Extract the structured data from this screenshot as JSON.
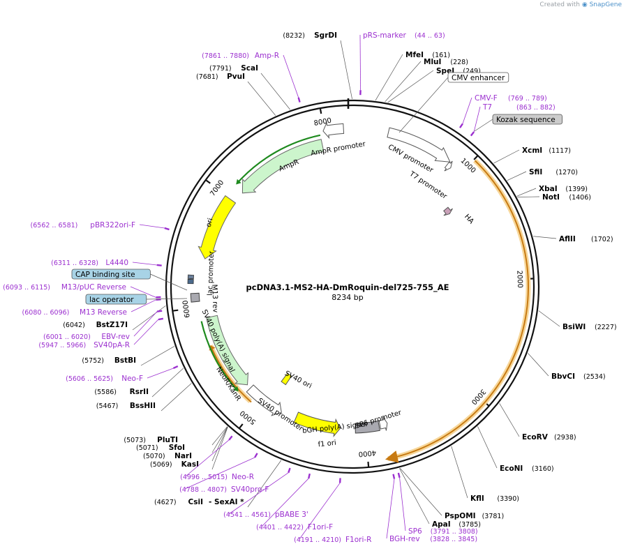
{
  "credit": {
    "prefix": "Created with",
    "brand": "SnapGene"
  },
  "map": {
    "name": "pcDNA3.1-MS2-HA-DmRoquin-del725-755_AE",
    "length_label": "8234 bp",
    "length": 8234
  },
  "ticks": [
    {
      "pos": 1000,
      "label": "1000"
    },
    {
      "pos": 2000,
      "label": "2000"
    },
    {
      "pos": 3000,
      "label": "3000"
    },
    {
      "pos": 4000,
      "label": "4000"
    },
    {
      "pos": 5000,
      "label": "5000"
    },
    {
      "pos": 6000,
      "label": "6000"
    },
    {
      "pos": 7000,
      "label": "7000"
    },
    {
      "pos": 8000,
      "label": "8000"
    }
  ],
  "enzymes": [
    {
      "name": "SgrDI",
      "pos": 8232,
      "coord": "(8232)"
    },
    {
      "name": "MfeI",
      "pos": 161,
      "coord": "(161)"
    },
    {
      "name": "MluI",
      "pos": 228,
      "coord": "(228)"
    },
    {
      "name": "SpeI",
      "pos": 249,
      "coord": "(249)"
    },
    {
      "name": "XcmI",
      "pos": 1117,
      "coord": "(1117)"
    },
    {
      "name": "SfiI",
      "pos": 1270,
      "coord": "(1270)"
    },
    {
      "name": "XbaI",
      "pos": 1399,
      "coord": "(1399)"
    },
    {
      "name": "NotI",
      "pos": 1406,
      "coord": "(1406)"
    },
    {
      "name": "AflII",
      "pos": 1702,
      "coord": "(1702)"
    },
    {
      "name": "BsiWI",
      "pos": 2227,
      "coord": "(2227)"
    },
    {
      "name": "BbvCI",
      "pos": 2534,
      "coord": "(2534)"
    },
    {
      "name": "EcoRV",
      "pos": 2938,
      "coord": "(2938)"
    },
    {
      "name": "EcoNI",
      "pos": 3160,
      "coord": "(3160)"
    },
    {
      "name": "KflI",
      "pos": 3390,
      "coord": "(3390)"
    },
    {
      "name": "PspOMI",
      "pos": 3781,
      "coord": "(3781)"
    },
    {
      "name": "ApaI",
      "pos": 3785,
      "coord": "(3785)"
    },
    {
      "name": "CsiI",
      "pos": 4627,
      "coord": "(4627)",
      "extra": "-  SexAI *"
    },
    {
      "name": "KasI",
      "pos": 5069,
      "coord": "(5069)"
    },
    {
      "name": "NarI",
      "pos": 5070,
      "coord": "(5070)"
    },
    {
      "name": "SfoI",
      "pos": 5071,
      "coord": "(5071)"
    },
    {
      "name": "PluTI",
      "pos": 5073,
      "coord": "(5073)"
    },
    {
      "name": "BssHII",
      "pos": 5467,
      "coord": "(5467)"
    },
    {
      "name": "RsrII",
      "pos": 5586,
      "coord": "(5586)"
    },
    {
      "name": "BstBI",
      "pos": 5752,
      "coord": "(5752)"
    },
    {
      "name": "BstZ17I",
      "pos": 6042,
      "coord": "(6042)"
    },
    {
      "name": "PvuI",
      "pos": 7681,
      "coord": "(7681)"
    },
    {
      "name": "ScaI",
      "pos": 7791,
      "coord": "(7791)"
    }
  ],
  "primers": [
    {
      "name": "pRS-marker",
      "range": "(44 .. 63)",
      "mid": 54
    },
    {
      "name": "CMV-F",
      "range": "(769 .. 789)",
      "mid": 779
    },
    {
      "name": "T7",
      "range": "(863 .. 882)",
      "mid": 872
    },
    {
      "name": "SP6",
      "range": "(3791 .. 3808)",
      "mid": 3800
    },
    {
      "name": "BGH-rev",
      "range": "(3828 .. 3845)",
      "mid": 3836
    },
    {
      "name": "F1ori-R",
      "range": "(4191 .. 4210)",
      "mid": 4200
    },
    {
      "name": "F1ori-F",
      "range": "(4401 .. 4422)",
      "mid": 4411
    },
    {
      "name": "pBABE 3'",
      "range": "(4541 .. 4561)",
      "mid": 4551
    },
    {
      "name": "SV40pro-F",
      "range": "(4788 .. 4807)",
      "mid": 4797
    },
    {
      "name": "Neo-R",
      "range": "(4996 .. 5015)",
      "mid": 5005
    },
    {
      "name": "Neo-F",
      "range": "(5606 .. 5625)",
      "mid": 5615
    },
    {
      "name": "SV40pA-R",
      "range": "(5947 .. 5966)",
      "mid": 5956
    },
    {
      "name": "EBV-rev",
      "range": "(6001 .. 6020)",
      "mid": 6010
    },
    {
      "name": "M13 Reverse",
      "range": "(6080 .. 6096)",
      "mid": 6088
    },
    {
      "name": "M13/pUC Reverse",
      "range": "(6093 .. 6115)",
      "mid": 6104
    },
    {
      "name": "L4440",
      "range": "(6311 .. 6328)",
      "mid": 6320
    },
    {
      "name": "pBR322ori-F",
      "range": "(6562 .. 6581)",
      "mid": 6572
    },
    {
      "name": "Amp-R",
      "range": "(7861 .. 7880)",
      "mid": 7870
    }
  ],
  "boxed": [
    {
      "name": "CMV enhancer",
      "style": "white"
    },
    {
      "name": "Kozak sequence",
      "style": "gray"
    },
    {
      "name": "CAP binding site",
      "style": "blue"
    },
    {
      "name": "lac operator",
      "style": "blue"
    }
  ],
  "features": {
    "cmv_promoter": "CMV promoter",
    "t7_promoter": "T7 promoter",
    "ha": "HA",
    "ampr_promoter": "AmpR promoter",
    "ampr": "AmpR",
    "ori": "ori",
    "lac_promoter": "lac promoter",
    "m13_rev": "M13 rev",
    "sv40_polya": "SV40 poly(A) signal",
    "neor": "NeoR/KanR",
    "sv40_promoter": "SV40 promoter",
    "sv40_ori": "SV40 ori",
    "f1_ori": "f1 ori",
    "bgh_polya": "bGH poly(A) signal",
    "sp6_promoter": "SP6 promoter"
  },
  "colors": {
    "backbone": "#111111",
    "primer": "#9b2fcf",
    "orf_highlight": "#f7d79a",
    "orf_line": "#c77a12",
    "ampr_fill": "#ccf5cc",
    "ampr_line": "#1e8a1e",
    "ori_fill": "#ffff00",
    "promoter_fill": "#ffffff",
    "polya_fill": "#a9a9b0",
    "box_blue": "#a8d3e6",
    "box_gray": "#cccccc"
  }
}
